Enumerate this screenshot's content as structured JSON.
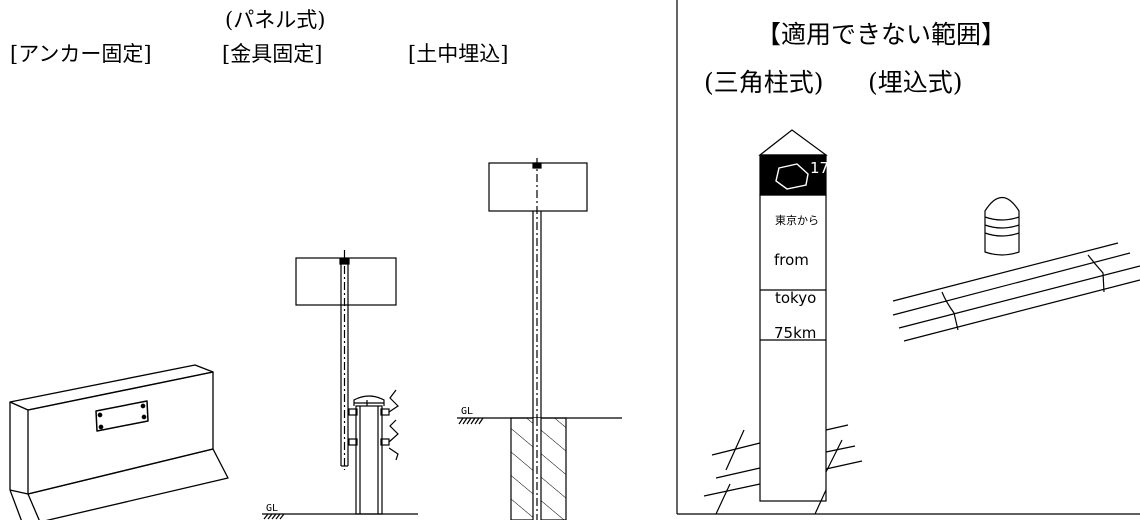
{
  "left": {
    "subtitle": "(パネル式)",
    "labels": [
      "[アンカー固定]",
      "[金具固定]",
      "[土中埋込]"
    ],
    "gl": [
      "GL",
      "GL"
    ]
  },
  "right": {
    "title": "【適用できない範囲】",
    "types": [
      "(三角柱式)",
      "(埋込式)"
    ],
    "post": {
      "route": "17",
      "line1": "東京から",
      "line2": "from",
      "line3": "tokyo",
      "line4": "75km"
    }
  }
}
